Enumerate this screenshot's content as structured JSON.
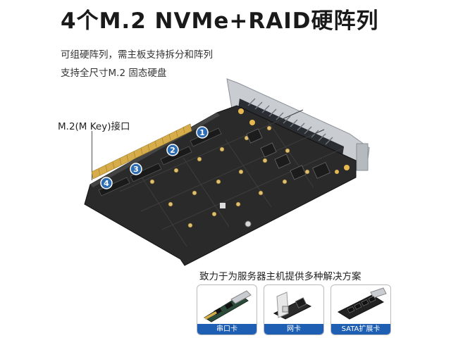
{
  "title": "4个M.2 NVMe+RAID硬阵列",
  "subtitle_lines": [
    "可组硬阵列，需主板支持拆分和阵列",
    "支持全尺寸M.2 固态硬盘"
  ],
  "port_label": "M.2(M Key)接口",
  "slot_numbers": [
    "1",
    "2",
    "3",
    "4"
  ],
  "promo_text": "致力于为服务器主机提供多种解决方案",
  "product_cards": [
    {
      "label": "串口卡",
      "icon": "serial-card-icon"
    },
    {
      "label": "网卡",
      "icon": "network-card-icon"
    },
    {
      "label": "SATA扩展卡",
      "icon": "sata-card-icon"
    }
  ],
  "colors": {
    "card_caption": "#1e5fb4",
    "slot_badge": "#2f6db3",
    "pcb": "#2a2a2a"
  }
}
